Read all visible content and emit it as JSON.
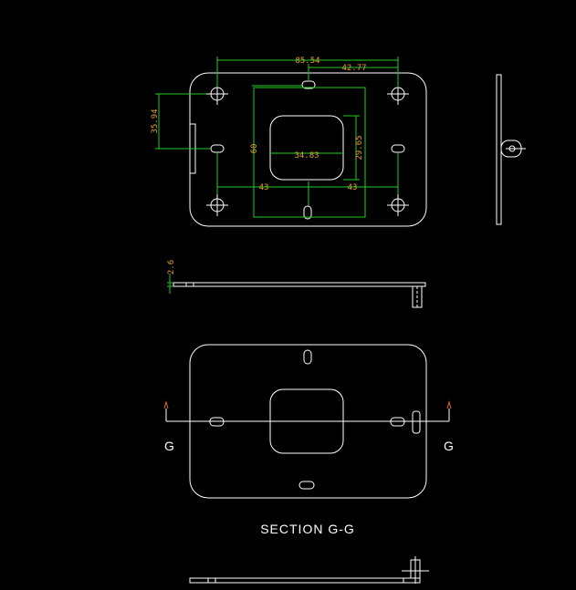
{
  "colors": {
    "background": "#000000",
    "outline": "#ffffff",
    "dimension_line": "#22cc22",
    "dimension_text": "#e0a030",
    "section_marker": "#e06820"
  },
  "dimensions": {
    "overall_hole_span": "85.54",
    "half_span": "42.77",
    "left_vertical": "35.94",
    "vertical_60": "60",
    "window_width": "34.83",
    "window_height": "29.65",
    "left_43": "43",
    "right_43": "43",
    "thickness": "2.6"
  },
  "section": {
    "left_tag": "G",
    "right_tag": "G",
    "caption": "SECTION G-G"
  }
}
